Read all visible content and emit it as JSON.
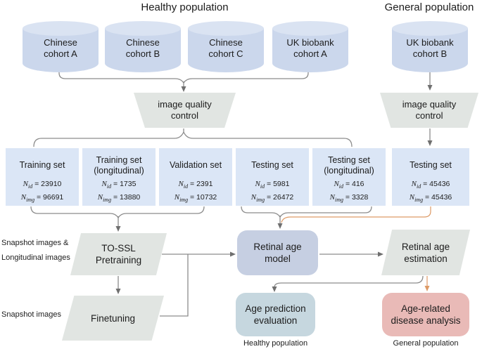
{
  "titles": {
    "healthy": "Healthy population",
    "general": "General population"
  },
  "cylinders": [
    {
      "line1": "Chinese",
      "line2": "cohort A"
    },
    {
      "line1": "Chinese",
      "line2": "cohort B"
    },
    {
      "line1": "Chinese",
      "line2": "cohort C"
    },
    {
      "line1": "UK biobank",
      "line2": "cohort A"
    },
    {
      "line1": "UK biobank",
      "line2": "cohort B"
    }
  ],
  "iqc": {
    "line1": "image quality",
    "line2": "control"
  },
  "math": {
    "n": "N",
    "sub_id": "id",
    "sub_img": "img",
    "eq": " = "
  },
  "datasets": [
    {
      "title1": "Training set",
      "title2": "",
      "n_id": "23910",
      "n_img": "96691"
    },
    {
      "title1": "Training set",
      "title2": "(longitudinal)",
      "n_id": "1735",
      "n_img": "13880"
    },
    {
      "title1": "Validation set",
      "title2": "",
      "n_id": "2391",
      "n_img": "10732"
    },
    {
      "title1": "Testing set",
      "title2": "",
      "n_id": "5981",
      "n_img": "26472"
    },
    {
      "title1": "Testing set",
      "title2": "(longitudinal)",
      "n_id": "416",
      "n_img": "3328"
    },
    {
      "title1": "Testing set",
      "title2": "",
      "n_id": "45436",
      "n_img": "45436"
    }
  ],
  "process": {
    "pretraining_line1": "TO-SSL",
    "pretraining_line2": "Pretraining",
    "finetuning": "Finetuning",
    "model_line1": "Retinal age",
    "model_line2": "model",
    "estimation_line1": "Retinal age",
    "estimation_line2": "estimation",
    "evaluation_line1": "Age prediction",
    "evaluation_line2": "evaluation",
    "disease_line1": "Age-related",
    "disease_line2": "disease analysis"
  },
  "side_labels": {
    "pretrain_input_line1": "Snapshot images &",
    "pretrain_input_line2": "Longitudinal images",
    "finetune_input": "Snapshot images"
  },
  "captions": {
    "evaluation": "Healthy population",
    "disease": "General population"
  },
  "colors": {
    "cylinder": "#cbd7ec",
    "cylinder_top": "#dae3f2",
    "dataset_box": "#dbe6f6",
    "gray_shape": "#e1e5e2",
    "model_box": "#c6cfe2",
    "evaluation_box": "#c6d7df",
    "disease_box": "#e9bab7",
    "arrow_gray": "#6f6f6f",
    "line_gray": "#8c8c8c",
    "accent_orange": "#dd9a66"
  }
}
